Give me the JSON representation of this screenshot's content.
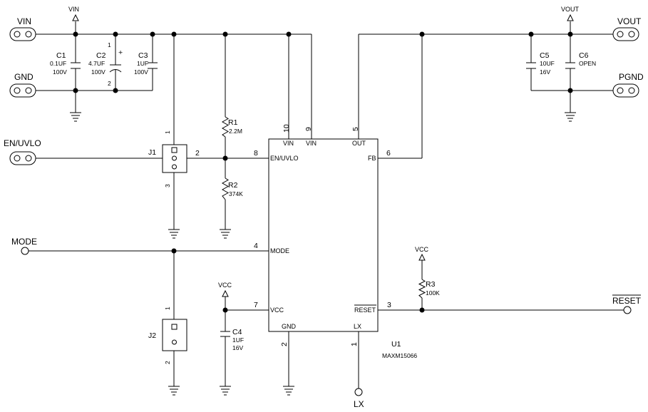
{
  "connectors": {
    "vin": "VIN",
    "gnd": "GND",
    "en_uvlo": "EN/UVLO",
    "mode": "MODE",
    "vout": "VOUT",
    "pgnd": "PGND",
    "reset": "RESET",
    "lx": "LX"
  },
  "supplies": {
    "vin": "VIN",
    "vout": "VOUT",
    "vcc_c4": "VCC",
    "vcc_r3": "VCC"
  },
  "capacitors": [
    {
      "ref": "C1",
      "value": "0.1UF",
      "rating": "100V"
    },
    {
      "ref": "C2",
      "value": "4.7UF",
      "rating": "100V"
    },
    {
      "ref": "C3",
      "value": "1UF",
      "rating": "100V"
    },
    {
      "ref": "C4",
      "value": "1UF",
      "rating": "16V"
    },
    {
      "ref": "C5",
      "value": "10UF",
      "rating": "16V"
    },
    {
      "ref": "C6",
      "value": "OPEN"
    }
  ],
  "resistors": [
    {
      "ref": "R1",
      "value": "2.2M"
    },
    {
      "ref": "R2",
      "value": "374K"
    },
    {
      "ref": "R3",
      "value": "100K"
    }
  ],
  "jumpers": {
    "j1": "J1",
    "j2": "J2"
  },
  "ic": {
    "ref": "U1",
    "part": "MAXM15066",
    "pins": {
      "vin10": "VIN",
      "vin9": "VIN",
      "out": "OUT",
      "en": "EN/UVLO",
      "fb": "FB",
      "mode": "MODE",
      "vcc": "VCC",
      "reset": "RESET",
      "gnd": "GND",
      "lx": "LX"
    }
  },
  "pin_numbers": {
    "c2_top": "1",
    "c2_bottom": "2",
    "c2_polarity": "+",
    "j1_1": "1",
    "j1_2": "2",
    "j1_3": "3",
    "j2_1": "1",
    "j2_2": "2",
    "u_en": "8",
    "u_vin10": "10",
    "u_vin9": "9",
    "u_out": "5",
    "u_fb": "6",
    "u_mode": "4",
    "u_vcc": "7",
    "u_reset": "3",
    "u_gnd": "2",
    "u_lx": "1"
  }
}
